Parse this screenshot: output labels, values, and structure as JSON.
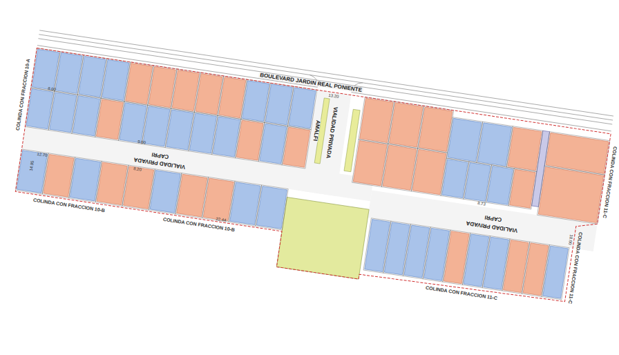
{
  "diagram": {
    "labels": [
      "BOULEVARD JARDIN REAL PONIENTE",
      "CAPRI",
      "VIALIDAD PRIVADA",
      "AMALFI",
      "VIALIDAD PRIVADA",
      "CAPRI",
      "VIALIDAD PRIVADA",
      "COLINDA CON FRACCION 10-A",
      "COLINDA CON FRACCION 10-B",
      "COLINDA CON FRACCION 10-B",
      "COLINDA CON FRACCION 11-C",
      "COLINDA CON FRACCION 11-C",
      "COLINDA CON FRACCION 11-C",
      "13.20",
      "8.00",
      "9.00",
      "8.20",
      "8.73",
      "12.70",
      "14.95",
      "22.44",
      "18.00"
    ]
  }
}
